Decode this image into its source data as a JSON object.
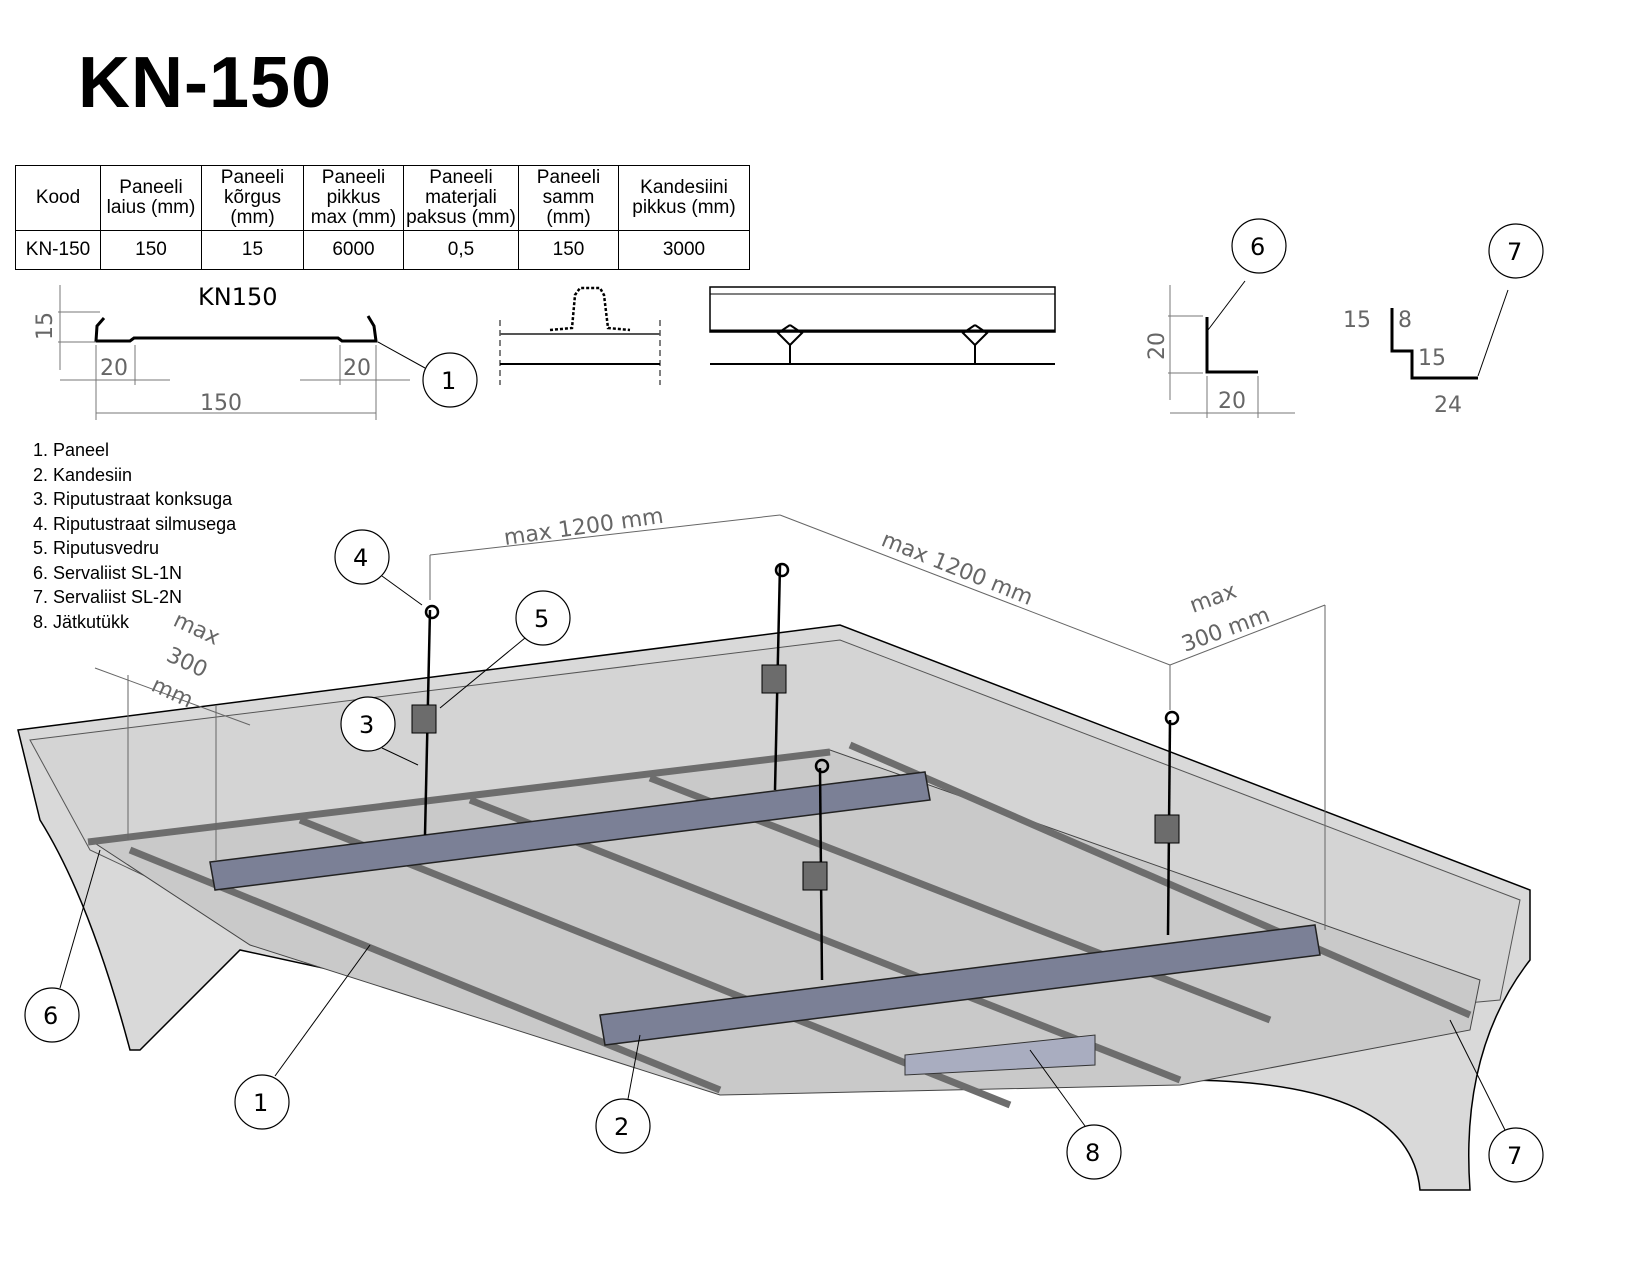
{
  "title": "KN-150",
  "table": {
    "headers": [
      "Kood",
      "Paneeli laius (mm)",
      "Paneeli kõrgus (mm)",
      "Paneeli pikkus max (mm)",
      "Paneeli materjali paksus (mm)",
      "Paneeli samm (mm)",
      "Kandesiini pikkus (mm)"
    ],
    "row": [
      "KN-150",
      "150",
      "15",
      "6000",
      "0,5",
      "150",
      "3000"
    ]
  },
  "profile": {
    "label": "KN150",
    "dims": [
      "15",
      "20",
      "20",
      "150"
    ]
  },
  "edge_sl1n": {
    "dims": [
      "20",
      "20"
    ]
  },
  "edge_sl2n": {
    "dims": [
      "15",
      "8",
      "15",
      "24"
    ]
  },
  "legend": [
    "1. Paneel",
    "2. Kandesiin",
    "3. Riputustraat konksuga",
    "4. Riputustraat silmusega",
    "5. Riputusvedru",
    "6. Servaliist SL-1N",
    "7. Servaliist SL-2N",
    "8. Jätkutükk"
  ],
  "dimensions": {
    "span1": "max 1200 mm",
    "span2": "max 1200 mm",
    "edge_right": [
      "max",
      "300 mm"
    ],
    "edge_left": [
      "max",
      "300",
      "mm"
    ]
  },
  "callouts": [
    "1",
    "6",
    "7",
    "4",
    "5",
    "3",
    "6",
    "1",
    "2",
    "8",
    "7"
  ],
  "colors": {
    "rail": "#7b8096",
    "wall": "#d9d9d9",
    "panel": "#c8c8c8"
  }
}
